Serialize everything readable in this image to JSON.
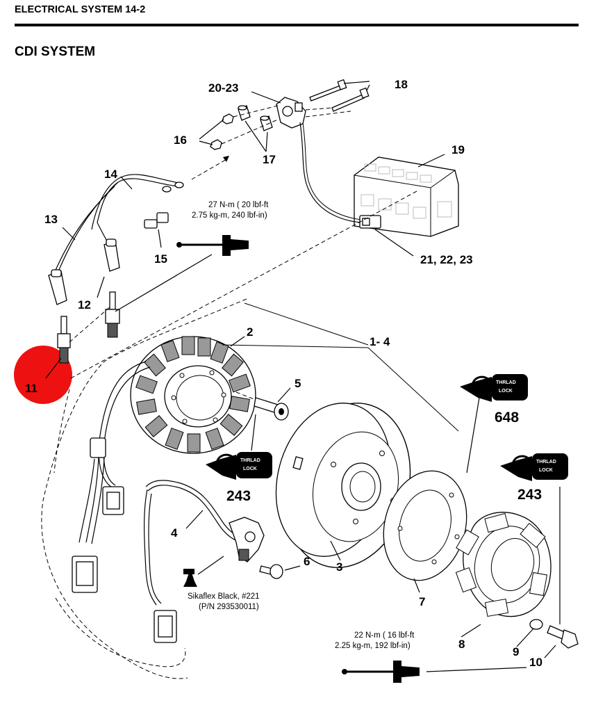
{
  "header": {
    "page_title": "ELECTRICAL SYSTEM 14-2",
    "section_title": "CDI SYSTEM"
  },
  "callouts": {
    "c1_4": "1- 4",
    "c2": "2",
    "c3": "3",
    "c4": "4",
    "c5": "5",
    "c6": "6",
    "c7": "7",
    "c8": "8",
    "c9": "9",
    "c10": "10",
    "c11": "11",
    "c12": "12",
    "c13": "13",
    "c14": "14",
    "c15": "15",
    "c16": "16",
    "c17": "17",
    "c18": "18",
    "c19": "19",
    "c20_23": "20-23",
    "c21_22_23": "21, 22, 23"
  },
  "torque_specs": {
    "spark_plug_line1": "27 N-m ( 20 lbf-ft",
    "spark_plug_line2": "2.75 kg-m, 240 lbf-in)",
    "bolt_line1": "22 N-m ( 16 lbf-ft",
    "bolt_line2": "2.25 kg-m, 192 lbf-in)"
  },
  "products": {
    "thread_lock_tag_line1": "THRLAD",
    "thread_lock_tag_line2": "LOCK",
    "loctite_a": "648",
    "loctite_b": "243",
    "loctite_c": "243",
    "sealant_line1": "Sikaflex Black, #221",
    "sealant_line2": "(P/N 293530011)"
  },
  "highlight": {
    "color": "#ee1111",
    "target_callout": "11"
  }
}
